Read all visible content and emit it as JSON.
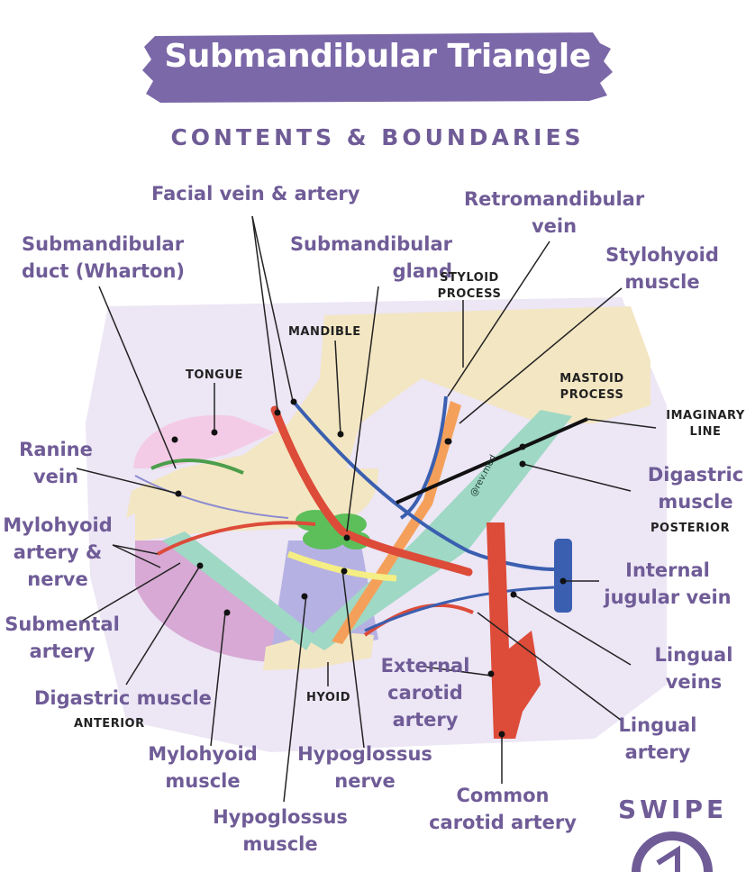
{
  "title": "Submandibular Triangle",
  "subtitle": "CONTENTS & BOUNDARIES",
  "labels": {
    "facial_vein_artery": "Facial vein & artery",
    "retromandibular_1": "Retromandibular",
    "retromandibular_2": "vein",
    "submandibular_duct_1": "Submandibular",
    "submandibular_duct_2": "duct (Wharton)",
    "submandibular_gland_1": "Submandibular",
    "submandibular_gland_2": "gland",
    "stylohyoid_1": "Stylohyoid",
    "stylohyoid_2": "muscle",
    "ranine_1": "Ranine",
    "ranine_2": "vein",
    "mylohyoid_artery_1": "Mylohyoid",
    "mylohyoid_artery_2": "artery &",
    "mylohyoid_artery_3": "nerve",
    "submental_1": "Submental",
    "submental_2": "artery",
    "digastric_anterior": "Digastric muscle",
    "digastric_posterior_1": "Digastric",
    "digastric_posterior_2": "muscle",
    "internal_jugular_1": "Internal",
    "internal_jugular_2": "jugular vein",
    "lingual_veins_1": "Lingual",
    "lingual_veins_2": "veins",
    "lingual_artery_1": "Lingual",
    "lingual_artery_2": "artery",
    "external_carotid_1": "External",
    "external_carotid_2": "carotid",
    "external_carotid_3": "artery",
    "mylohyoid_muscle_1": "Mylohyoid",
    "mylohyoid_muscle_2": "muscle",
    "hypoglossus_nerve_1": "Hypoglossus",
    "hypoglossus_nerve_2": "nerve",
    "hypoglossus_muscle_1": "Hypoglossus",
    "hypoglossus_muscle_2": "muscle",
    "common_carotid_1": "Common",
    "common_carotid_2": "carotid artery"
  },
  "small_labels": {
    "tongue": "TONGUE",
    "mandible": "MANDIBLE",
    "styloid_1": "STYLOID",
    "styloid_2": "PROCESS",
    "mastoid_1": "MASTOID",
    "mastoid_2": "PROCESS",
    "imaginary_1": "IMAGINARY",
    "imaginary_2": "LINE",
    "posterior": "POSTERIOR",
    "anterior": "ANTERIOR",
    "hyoid": "HYOID"
  },
  "watermark": "@rev.med",
  "swipe": "SWIPE",
  "colors": {
    "accent": "#6f5c97",
    "artery": "#dd4b39",
    "vein": "#3b5fb0",
    "muscle": "#9fd8c4",
    "bone": "#f3e6c2",
    "gland": "#5cbf5a",
    "nerve": "#f4ee84",
    "stylohyoid": "#f5a05a",
    "background_region": "#ece6f5",
    "mylohyoid_region": "#d7a9d4",
    "hypoglossus_region": "#b6b1e3"
  }
}
